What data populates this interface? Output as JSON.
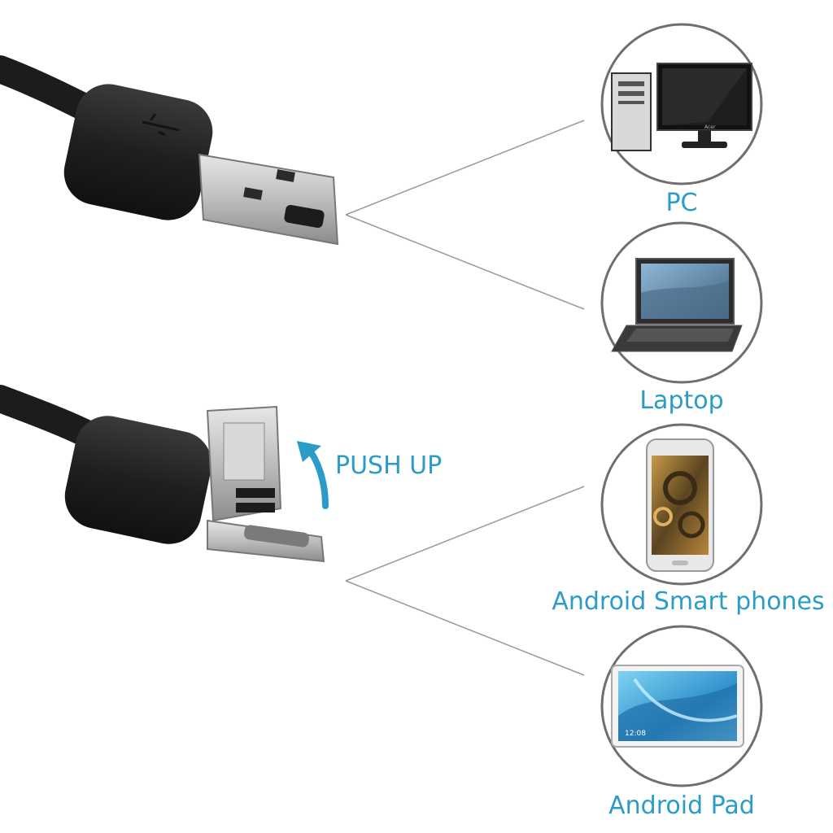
{
  "labels": {
    "pc": "PC",
    "laptop": "Laptop",
    "android_phone": "Android Smart phones",
    "android_pad": "Android Pad",
    "push_up": "PUSH UP"
  },
  "monitor_brand": "Acer",
  "tablet_time": "12:08",
  "colors": {
    "accent": "#2a9cc7",
    "cable": "#1c1c1c",
    "metal": "#c9c9c9",
    "circle_border": "#6f6f6f",
    "connector_line": "#9a9a9a"
  }
}
